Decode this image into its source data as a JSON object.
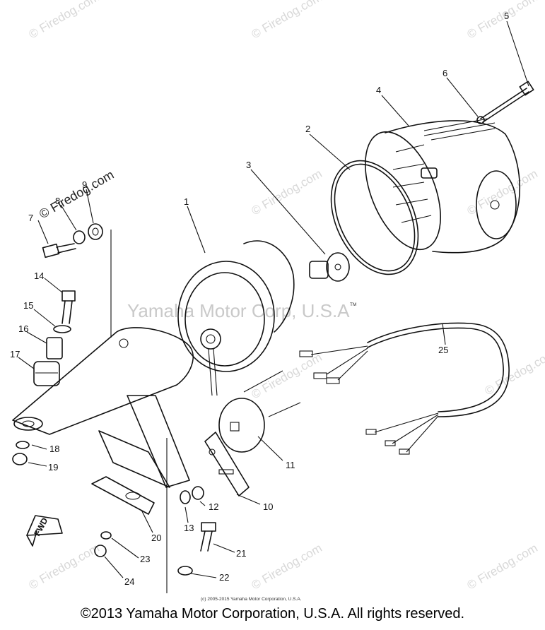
{
  "watermark": {
    "site": "© Firedog.com",
    "center": "Yamaha Motor Corp, U.S.A",
    "tm": "TM"
  },
  "small_copyright": "(c) 2005-2015 Yamaha Motor Corporation, U.S.A.",
  "fwd_label": "FWD",
  "parts": [
    "1",
    "2",
    "3",
    "4",
    "5",
    "6",
    "7",
    "8",
    "9",
    "10",
    "11",
    "12",
    "13",
    "14",
    "15",
    "16",
    "17",
    "18",
    "19",
    "20",
    "21",
    "22",
    "23",
    "24",
    "25"
  ],
  "footer": "©2013 Yamaha Motor Corporation, U.S.A. All rights reserved."
}
